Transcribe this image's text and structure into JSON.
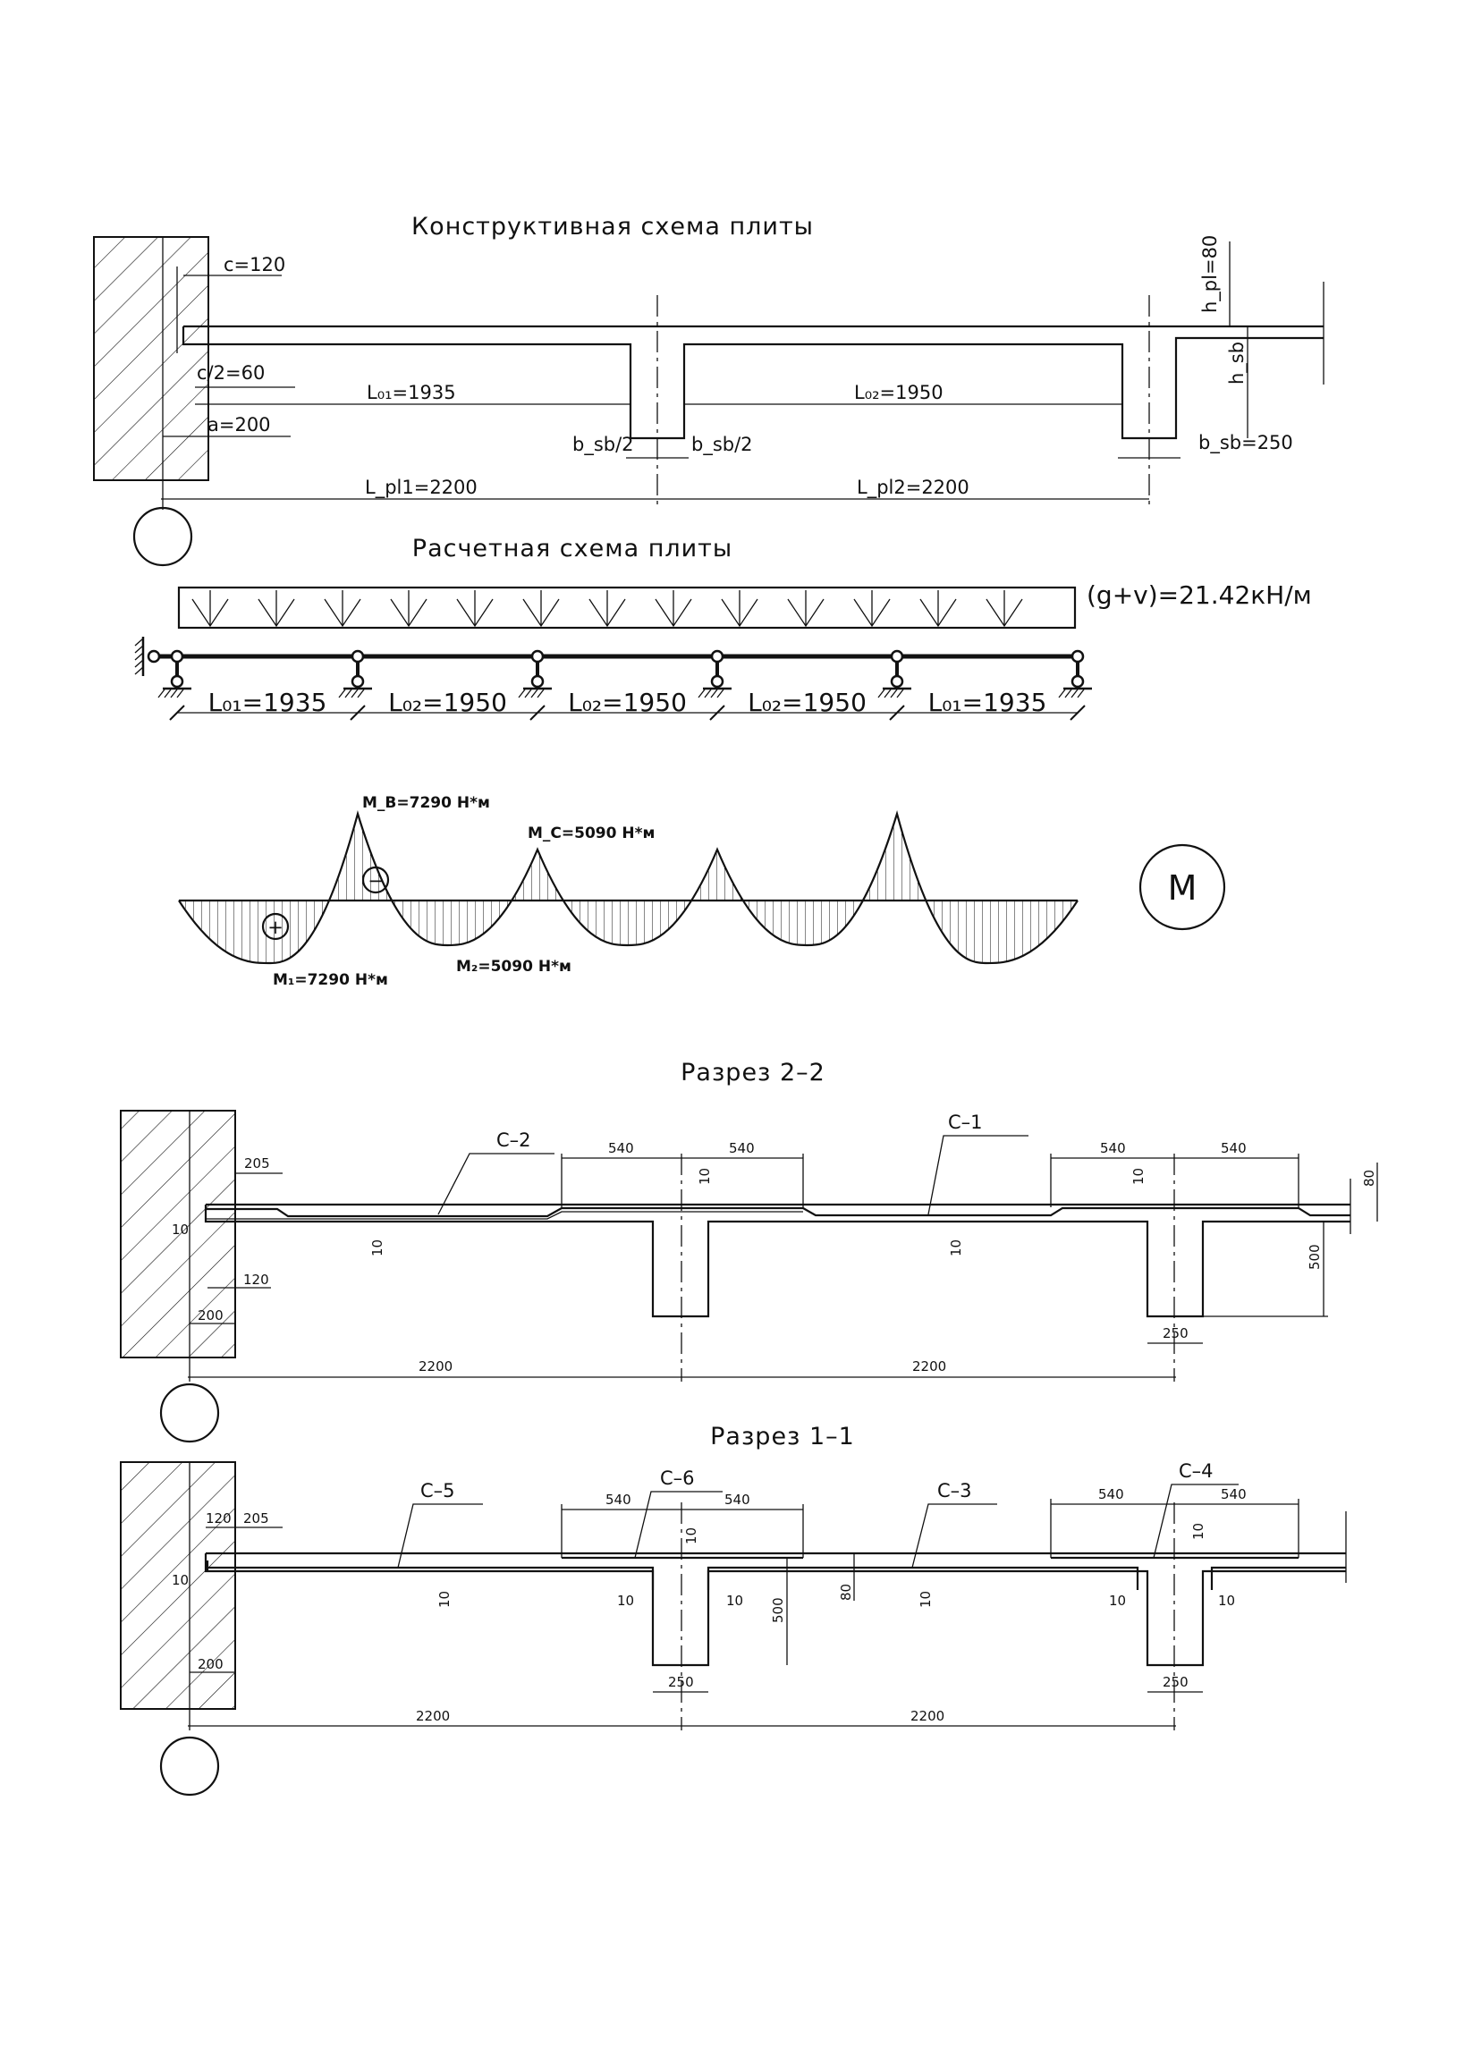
{
  "sheet": {
    "paper_color": "#ffffff",
    "ink_color": "#111111"
  },
  "scheme1": {
    "title": "Конструктивная схема плиты",
    "c": "c=120",
    "c_half": "c/2=60",
    "a": "a=200",
    "l01": "L₀₁=1935",
    "l02": "L₀₂=1950",
    "bsb_half_left": "b_sb/2",
    "bsb_half_right": "b_sb/2",
    "bsb": "b_sb=250",
    "lpl1": "L_pl1=2200",
    "lpl2": "L_pl2=2200",
    "hpl": "h_pl=80",
    "hsb": "h_sb"
  },
  "scheme2": {
    "title": "Расчетная схема плиты",
    "load": "(g+v)=21.42кН/м",
    "spans": [
      "L₀₁=1935",
      "L₀₂=1950",
      "L₀₂=1950",
      "L₀₂=1950",
      "L₀₁=1935"
    ]
  },
  "moments": {
    "mb": "M_B=7290 H*м",
    "mc": "M_C=5090 H*м",
    "m1": "M₁=7290 H*м",
    "m2": "M₂=5090 H*м",
    "plus": "+",
    "minus": "−",
    "symbol": "M"
  },
  "section22": {
    "title": "Разрез 2–2",
    "c2": "C–2",
    "c1": "C–1",
    "d205": "205",
    "d10": "10",
    "d120": "120",
    "d200": "200",
    "d540": "540",
    "d80": "80",
    "d500": "500",
    "d250": "250",
    "d2200": "2200"
  },
  "section11": {
    "title": "Разрез 1–1",
    "c5": "C–5",
    "c6": "C–6",
    "c3": "C–3",
    "c4": "C–4",
    "d120": "120",
    "d205": "205",
    "d10": "10",
    "d200": "200",
    "d540": "540",
    "d500": "500",
    "d80": "80",
    "d250": "250",
    "d2200": "2200"
  }
}
